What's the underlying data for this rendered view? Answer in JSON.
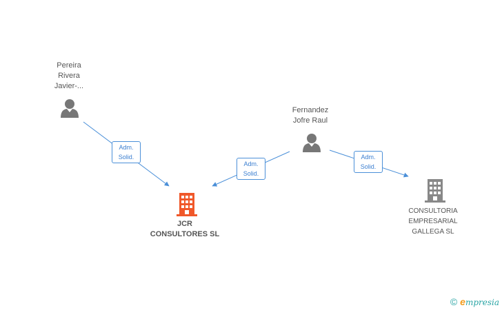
{
  "colors": {
    "person": "#777777",
    "company": "#888888",
    "company_main": "#f0582a",
    "edge": "#4a8fd8"
  },
  "nodes": {
    "person1": {
      "lines": [
        "Pereira",
        "Rivera",
        "Javier-..."
      ],
      "icon": "person-icon"
    },
    "person2": {
      "lines": [
        "Fernandez",
        "Jofre Raul"
      ],
      "icon": "person-icon"
    },
    "company_main": {
      "lines": [
        "JCR",
        "CONSULTORES SL"
      ],
      "icon": "building-icon"
    },
    "company2": {
      "lines": [
        "CONSULTORIA",
        "EMPRESARIAL",
        "GALLEGA SL"
      ],
      "icon": "building-icon"
    }
  },
  "edges": [
    {
      "from": "person1",
      "to": "company_main",
      "label": [
        "Adm.",
        "Solid."
      ]
    },
    {
      "from": "person2",
      "to": "company_main",
      "label": [
        "Adm.",
        "Solid."
      ]
    },
    {
      "from": "person2",
      "to": "company2",
      "label": [
        "Adm.",
        "Solid."
      ]
    }
  ],
  "footer": {
    "copyright": "©",
    "brand_initial": "e",
    "brand_rest": "mpresia"
  }
}
